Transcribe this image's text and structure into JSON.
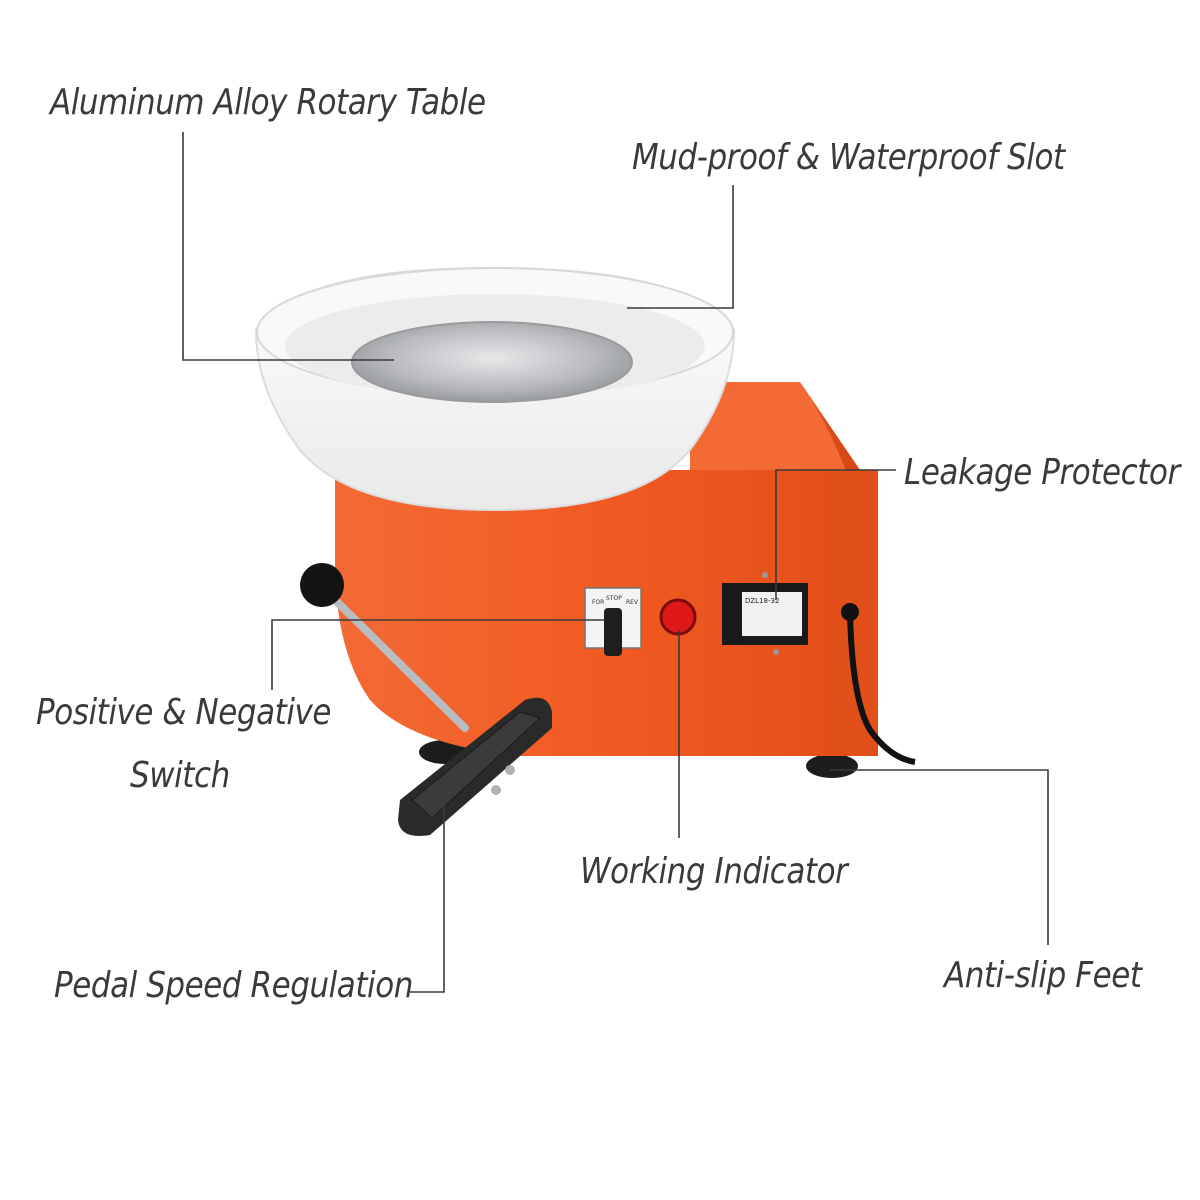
{
  "labels": {
    "aluminum_table": "Aluminum Alloy Rotary Table",
    "mud_slot": "Mud-proof & Waterproof Slot",
    "leakage": "Leakage Protector",
    "switch_line1": "Positive & Negative",
    "switch_line2": "Switch",
    "working": "Working Indicator",
    "pedal": "Pedal Speed Regulation",
    "feet": "Anti-slip Feet"
  },
  "panel": {
    "switch_for": "FOR",
    "switch_stop": "STOP",
    "switch_rev": "REV",
    "protector_model": "DZL18-32"
  },
  "colors": {
    "body": "#f15a22",
    "body_dark": "#d9461a",
    "basin": "#f7f7f7",
    "leader_line": "#3a3a3a",
    "label_text": "#3a3a3a",
    "indicator": "#e01818"
  }
}
